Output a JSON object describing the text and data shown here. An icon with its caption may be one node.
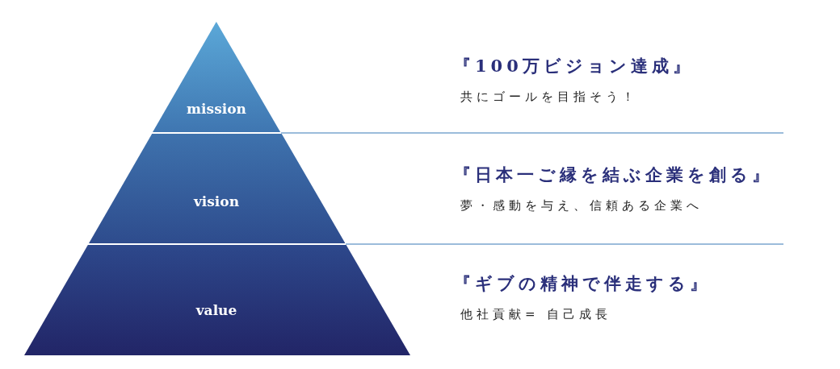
{
  "diagram": {
    "nodes": [
      {
        "text": [
          "mission"
        ],
        "beside": [
          "『100万ビジョン達成』",
          "共にゴールを目指そう！"
        ]
      },
      {
        "text": [
          "vision"
        ],
        "beside": [
          "『日本一ご縁を結ぶ企業を創る』",
          "夢・感動を与え、信頼ある企業へ"
        ]
      },
      {
        "text": [
          "value"
        ],
        "beside": [
          "『ギブの精神で伴走する』",
          "他社貢献= 自己成長"
        ]
      }
    ]
  }
}
